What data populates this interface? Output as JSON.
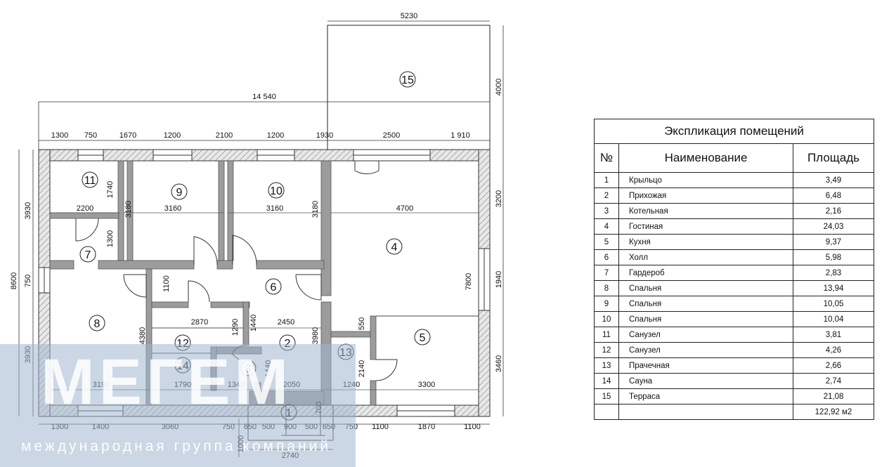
{
  "plan": {
    "room_markers": [
      "1",
      "2",
      "3",
      "4",
      "5",
      "6",
      "7",
      "8",
      "9",
      "10",
      "11",
      "12",
      "13",
      "14",
      "15"
    ],
    "dims_top": [
      "1300",
      "750",
      "1670",
      "1200",
      "2100",
      "1200",
      "1930",
      "2500",
      "1 910"
    ],
    "dim_total_width": "14 540",
    "dim_terrace_width": "5230",
    "dim_terrace_depth": "4000",
    "dims_bottom": [
      "1300",
      "1400",
      "3060",
      "750",
      "650",
      "500",
      "900",
      "500",
      "650",
      "750",
      "1100",
      "1870",
      "1100"
    ],
    "dim_porch_width": "2740",
    "dim_porch_depth": "1000",
    "dims_left": [
      "3930",
      "750",
      "3930"
    ],
    "dim_total_height": "8600",
    "dims_right": [
      "3200",
      "1940",
      "3460"
    ],
    "dims_interior": [
      "1740",
      "2200",
      "1300",
      "3180",
      "3160",
      "3160",
      "3180",
      "4700",
      "7800",
      "1100",
      "2870",
      "1290",
      "1440",
      "2450",
      "4380",
      "3980",
      "550",
      "2140",
      "1440",
      "3190",
      "1790",
      "1340",
      "2050",
      "1240",
      "3300",
      "700"
    ]
  },
  "explication": {
    "title": "Экспликация помещений",
    "headers": [
      "№",
      "Наименование",
      "Площадь"
    ],
    "rows": [
      {
        "num": "1",
        "name": "Крыльцо",
        "area": "3,49"
      },
      {
        "num": "2",
        "name": "Прихожая",
        "area": "6,48"
      },
      {
        "num": "3",
        "name": "Котельная",
        "area": "2,16"
      },
      {
        "num": "4",
        "name": "Гостиная",
        "area": "24,03"
      },
      {
        "num": "5",
        "name": "Кухня",
        "area": "9,37"
      },
      {
        "num": "6",
        "name": "Холл",
        "area": "5,98"
      },
      {
        "num": "7",
        "name": "Гардероб",
        "area": "2,83"
      },
      {
        "num": "8",
        "name": "Спальня",
        "area": "13,94"
      },
      {
        "num": "9",
        "name": "Спальня",
        "area": "10,05"
      },
      {
        "num": "10",
        "name": "Спальня",
        "area": "10,04"
      },
      {
        "num": "11",
        "name": "Санузел",
        "area": "3,81"
      },
      {
        "num": "12",
        "name": "Санузел",
        "area": "4,26"
      },
      {
        "num": "13",
        "name": "Прачечная",
        "area": "2,66"
      },
      {
        "num": "14",
        "name": "Сауна",
        "area": "2,74"
      },
      {
        "num": "15",
        "name": "Терраса",
        "area": "21,08"
      }
    ],
    "total": "122,92 м2"
  },
  "watermark": {
    "logo": "МЕГЕМ",
    "subtitle": "международная группа компаний"
  }
}
